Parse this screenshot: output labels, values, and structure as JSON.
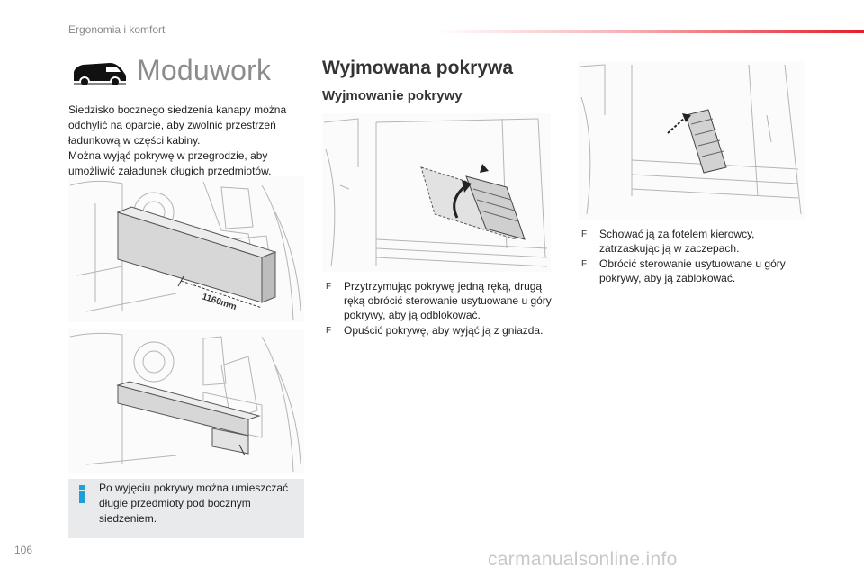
{
  "header": {
    "section": "Ergonomia i komfort"
  },
  "left": {
    "title": "Moduwork",
    "intro": [
      "Siedzisko bocznego siedzenia kanapy można odchylić na oparcie, aby zwolnić przestrzeń ładunkową w części kabiny.",
      "Można wyjąć pokrywę w przegrodzie, aby umożliwić załadunek długich przedmiotów."
    ],
    "figure1_dimension": "1160mm",
    "info": "Po wyjęciu pokrywy można umieszczać długie przedmioty pod bocznym siedzeniem."
  },
  "right": {
    "heading": "Wyjmowana pokrywa",
    "subheading": "Wyjmowanie pokrywy",
    "steps_col1": [
      "Przytrzymując pokrywę jedną ręką, drugą ręką obrócić sterowanie usytuowane u góry pokrywy, aby ją odblokować.",
      "Opuścić pokrywę, aby wyjąć ją z gniazda."
    ],
    "steps_col2": [
      "Schować ją za fotelem kierowcy, zatrzaskując ją w zaczepach.",
      "Obrócić sterowanie usytuowane u góry pokrywy, aby ją zablokować."
    ],
    "bullet_glyph": "F"
  },
  "footer": {
    "page_number": "106",
    "watermark": "carmanualsonline.info"
  },
  "colors": {
    "accent_red": "#e41e28",
    "info_blue": "#1e9fd8",
    "info_bg": "#e9eaec"
  }
}
